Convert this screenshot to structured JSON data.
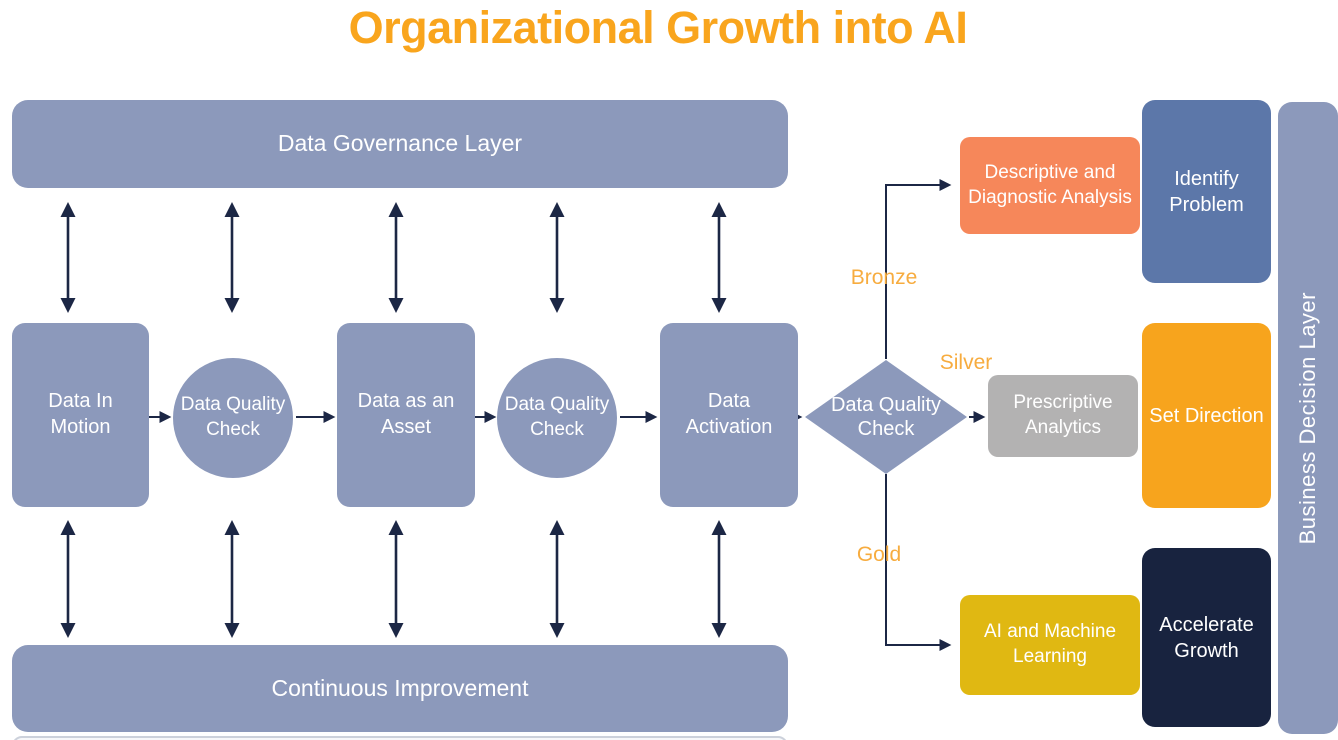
{
  "title": "Organizational Growth into AI",
  "layers": {
    "governance": "Data Governance Layer",
    "improvement": "Continuous Improvement",
    "decision": "Business Decision Layer"
  },
  "pipeline": {
    "data_in_motion": "Data In Motion",
    "quality_check_1": "Data Quality Check",
    "data_as_asset": "Data as an Asset",
    "quality_check_2": "Data Quality Check",
    "data_activation": "Data Activation",
    "quality_check_decision": "Data Quality Check"
  },
  "tiers": {
    "bronze": {
      "label": "Bronze",
      "analysis": "Descriptive and Diagnostic Analysis",
      "outcome": "Identify Problem"
    },
    "silver": {
      "label": "Silver",
      "analysis": "Prescriptive Analytics",
      "outcome": "Set Direction"
    },
    "gold": {
      "label": "Gold",
      "analysis": "AI and Machine Learning",
      "outcome": "Accelerate Growth"
    }
  },
  "colors": {
    "title_orange": "#F9A51D",
    "slate_blue": "#8C99BB",
    "outcome_blue": "#5C77A9",
    "analysis_coral": "#F6875A",
    "outcome_orange": "#F7A41D",
    "analysis_gold": "#E0B812",
    "outcome_navy": "#18233F",
    "analysis_gray": "#B3B2B2",
    "connector_navy": "#1C2745",
    "tier_label_orange": "#F7AC3F"
  }
}
